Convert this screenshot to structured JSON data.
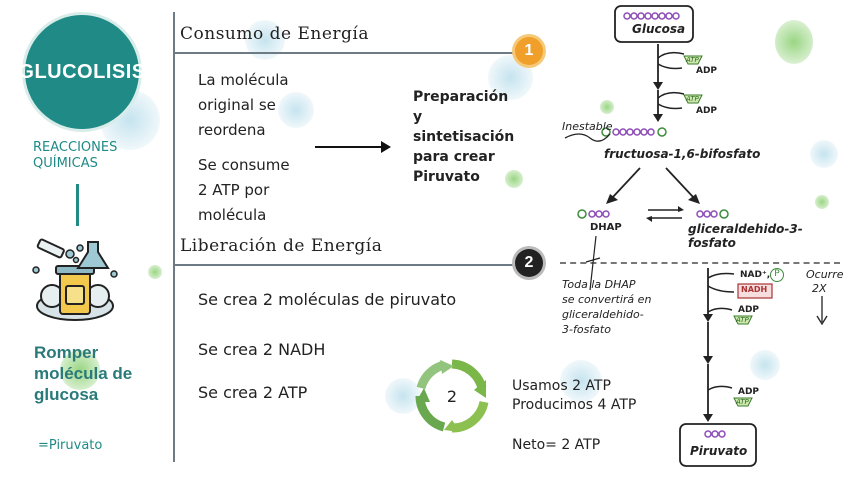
{
  "left": {
    "logo": "GLUCOLISIS",
    "category": "REACCIONES QUÍMICAS",
    "summary": "Romper molécula de glucosa",
    "result": "=Piruvato"
  },
  "section1": {
    "title": "Consumo de Energía",
    "number": "1",
    "color": "#f0a02a",
    "line1": "La molécula",
    "line2": "original se",
    "line3": "reordena",
    "line4": "Se consume",
    "line5": "2 ATP por",
    "line6": "molécula",
    "purpose1": "Preparación",
    "purpose2": "y",
    "purpose3": "sintetisación",
    "purpose4": "para crear",
    "purpose5": "Piruvato"
  },
  "section2": {
    "title": "Liberación de Energía",
    "number": "2",
    "color": "#222222",
    "fact1": "Se crea 2 moléculas de piruvato",
    "fact2": "Se crea 2 NADH",
    "fact3": "Se crea 2 ATP",
    "cycle_number": "2",
    "use": "Usamos 2 ATP",
    "produce": "Producimos 4 ATP",
    "net": "Neto= 2 ATP"
  },
  "pathway": {
    "glucose": "Glucosa",
    "atp": "ATP",
    "adp": "ADP",
    "unstable": "Inestable",
    "fructose": "fructuosa-1,6-bifosfato",
    "dhap": "DHAP",
    "g3p": "gliceraldehido-3-fosfato",
    "note1": "Toda la DHAP",
    "note2": "se convertirá en",
    "note3": "gliceraldehido-",
    "note4": "3-fosfato",
    "nad": "NAD⁺,",
    "nadh": "NADH",
    "p": "P",
    "occurs1": "Ocurre",
    "occurs2": "2X",
    "pyruvate": "Piruvato"
  }
}
